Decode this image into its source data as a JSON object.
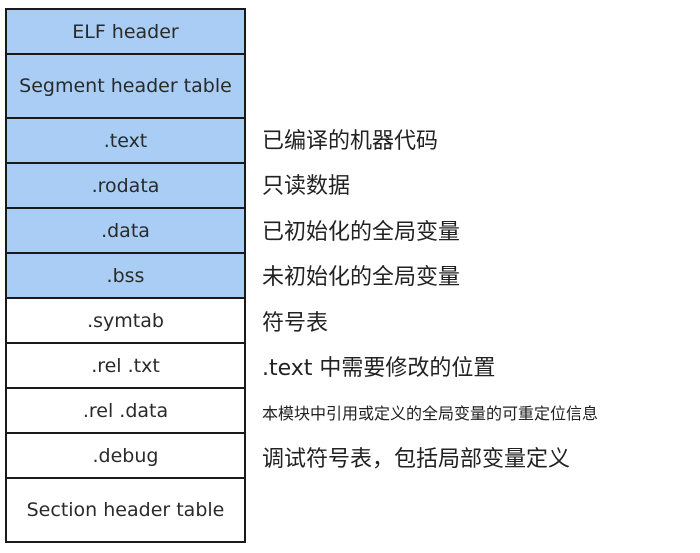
{
  "colors": {
    "loaded_section": "#a9cdf5",
    "unloaded_section": "#ffffff",
    "border": "#1a1a1a"
  },
  "sections": [
    {
      "label": "ELF header"
    },
    {
      "label": "Segment header table"
    },
    {
      "label": ".text",
      "description": "已编译的机器代码"
    },
    {
      "label": ".rodata",
      "description": "只读数据"
    },
    {
      "label": ".data",
      "description": "已初始化的全局变量"
    },
    {
      "label": ".bss",
      "description": "未初始化的全局变量"
    },
    {
      "label": ".symtab",
      "description": "符号表"
    },
    {
      "label": ".rel .txt",
      "description": ".text 中需要修改的位置"
    },
    {
      "label": ".rel .data",
      "description": "本模块中引用或定义的全局变量的可重定位信息"
    },
    {
      "label": ".debug",
      "description": "调试符号表，包括局部变量定义"
    },
    {
      "label": "Section header table"
    }
  ]
}
